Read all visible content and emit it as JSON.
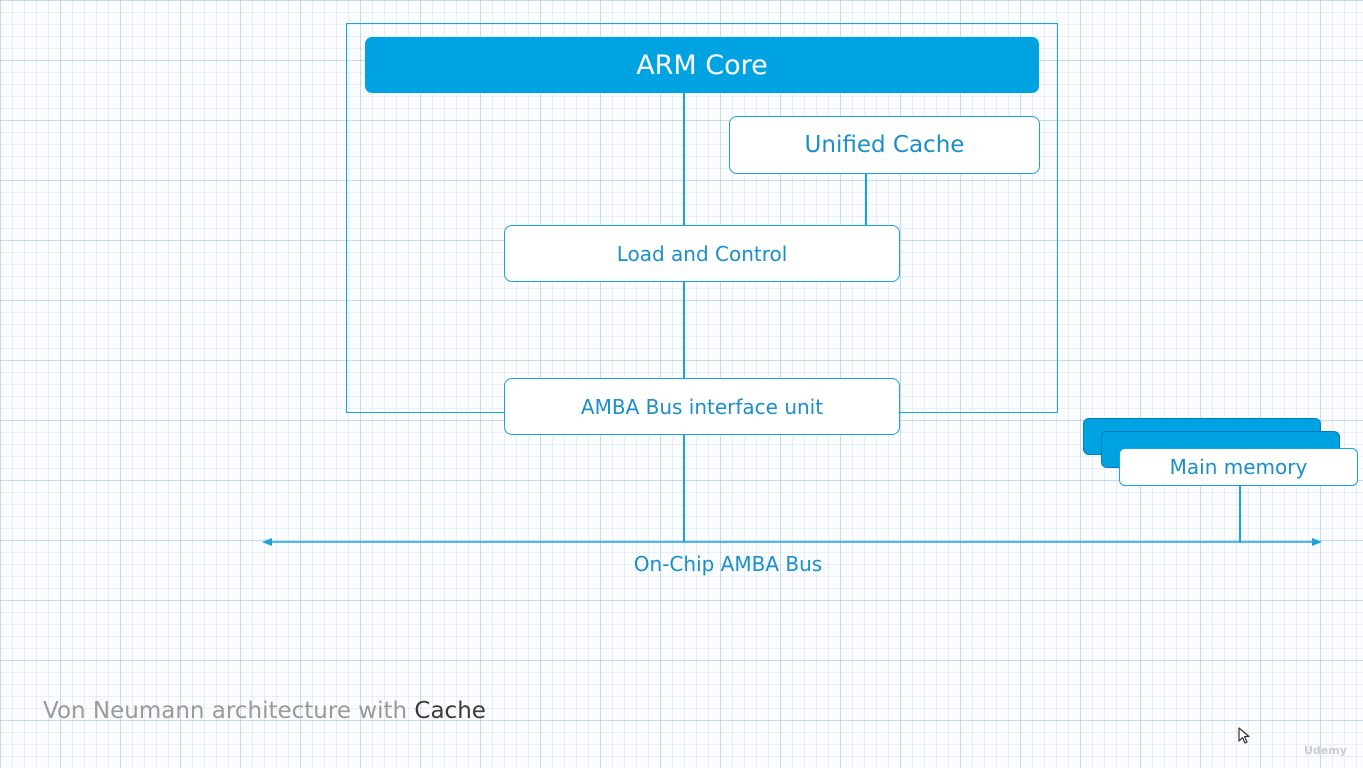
{
  "diagram": {
    "core_label": "ARM Core",
    "cache_label": "Unified Cache",
    "load_control_label": "Load and Control",
    "bus_interface_label": "AMBA Bus interface unit",
    "memory_label": "Main memory",
    "bus_label": "On-Chip AMBA Bus"
  },
  "caption": {
    "prefix": "Von Neumann architecture with ",
    "highlight": "Cache"
  },
  "watermark": "Udemy",
  "colors": {
    "accent": "#00a3e2",
    "line": "#1aa3dc",
    "text": "#1a8fc8",
    "caption_gray": "#9a9a9a",
    "caption_dark": "#3b3b3b"
  }
}
